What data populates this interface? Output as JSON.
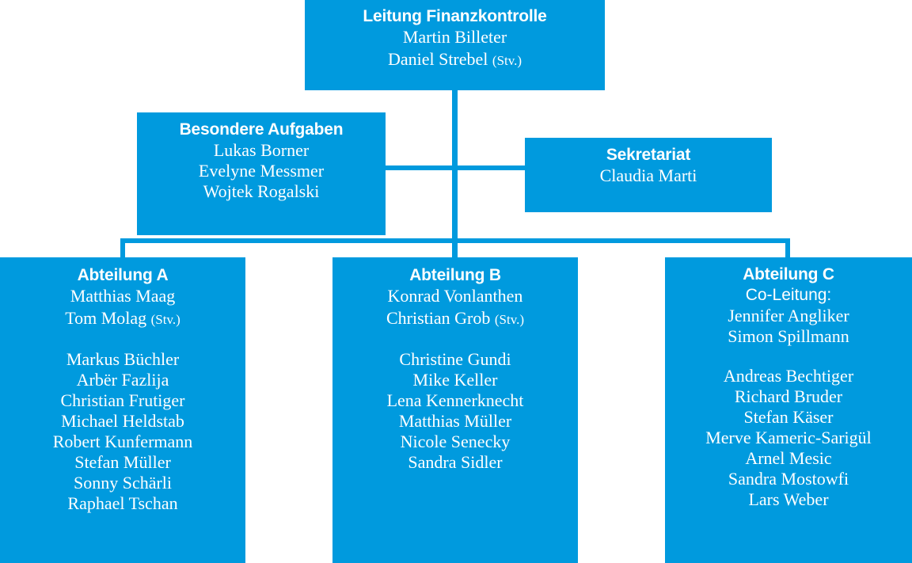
{
  "theme": {
    "accent_color": "#009ade",
    "background_color": "#ffffff",
    "text_color": "#ffffff"
  },
  "org_chart": {
    "root": {
      "title": "Leitung Finanzkontrolle",
      "people": [
        {
          "name": "Martin Billeter",
          "suffix": ""
        },
        {
          "name": "Daniel Strebel",
          "suffix": "(Stv.)"
        }
      ]
    },
    "staff_units": [
      {
        "id": "besondere-aufgaben",
        "title": "Besondere Aufgaben",
        "people": [
          {
            "name": "Lukas Borner",
            "suffix": ""
          },
          {
            "name": "Evelyne Messmer",
            "suffix": ""
          },
          {
            "name": "Wojtek Rogalski",
            "suffix": ""
          }
        ]
      },
      {
        "id": "sekretariat",
        "title": "Sekretariat",
        "people": [
          {
            "name": "Claudia Marti",
            "suffix": ""
          }
        ]
      }
    ],
    "departments": [
      {
        "id": "abteilung-a",
        "title": "Abteilung A",
        "subtitle": "",
        "leads": [
          {
            "name": "Matthias Maag",
            "suffix": ""
          },
          {
            "name": "Tom Molag",
            "suffix": "(Stv.)"
          }
        ],
        "members": [
          "Markus Büchler",
          "Arbër Fazlija",
          "Christian Frutiger",
          "Michael Heldstab",
          "Robert Kunfermann",
          "Stefan Müller",
          "Sonny Schärli",
          "Raphael Tschan"
        ]
      },
      {
        "id": "abteilung-b",
        "title": "Abteilung B",
        "subtitle": "",
        "leads": [
          {
            "name": "Konrad Vonlanthen",
            "suffix": ""
          },
          {
            "name": "Christian Grob",
            "suffix": "(Stv.)"
          }
        ],
        "members": [
          "Christine Gundi",
          "Mike Keller",
          "Lena Kennerknecht",
          "Matthias Müller",
          "Nicole Senecky",
          "Sandra Sidler"
        ]
      },
      {
        "id": "abteilung-c",
        "title": "Abteilung C",
        "subtitle": "Co-Leitung:",
        "leads": [
          {
            "name": "Jennifer Angliker",
            "suffix": ""
          },
          {
            "name": "Simon Spillmann",
            "suffix": ""
          }
        ],
        "members": [
          "Andreas Bechtiger",
          "Richard Bruder",
          "Stefan Käser",
          "Merve Kameric-Sarigül",
          "Arnel Mesic",
          "Sandra Mostowfi",
          "Lars Weber"
        ]
      }
    ]
  }
}
